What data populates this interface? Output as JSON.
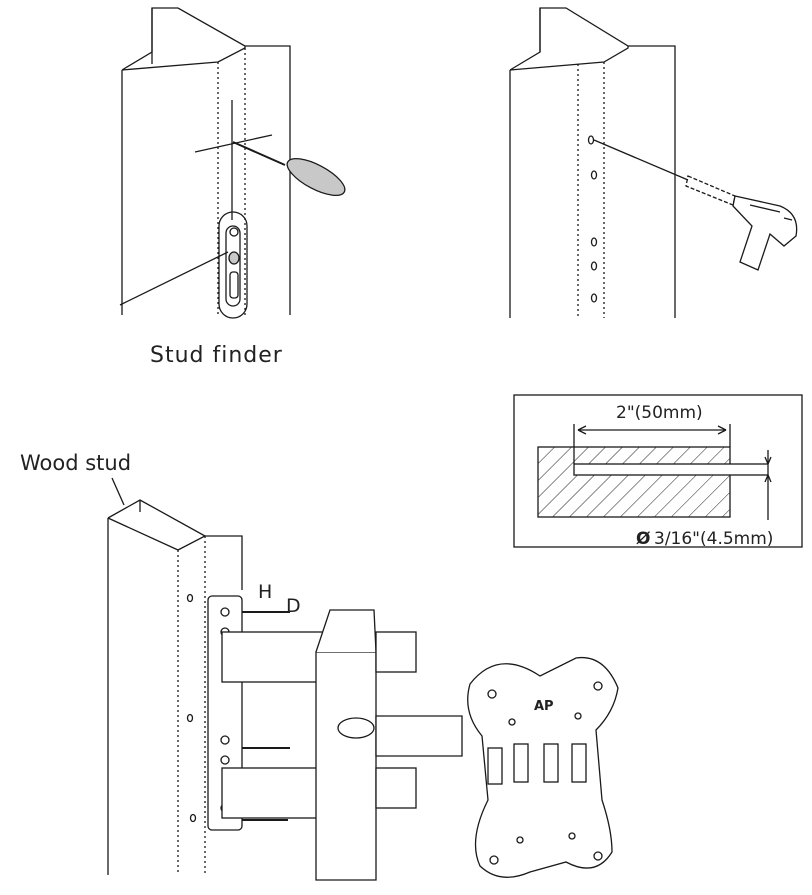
{
  "labels": {
    "stud_finder": "Stud finder",
    "wood_stud": "Wood stud",
    "screw_h": "H",
    "screw_d": "D",
    "depth_dimension": "2\"(50mm)",
    "diameter_symbol": "Ø",
    "diameter_dimension": "3/16\"(4.5mm)",
    "plate_mark": "AP"
  },
  "colors": {
    "line": "#1a1a1a",
    "screwdriver_handle": "#c8c8c8",
    "background": "#ffffff"
  }
}
